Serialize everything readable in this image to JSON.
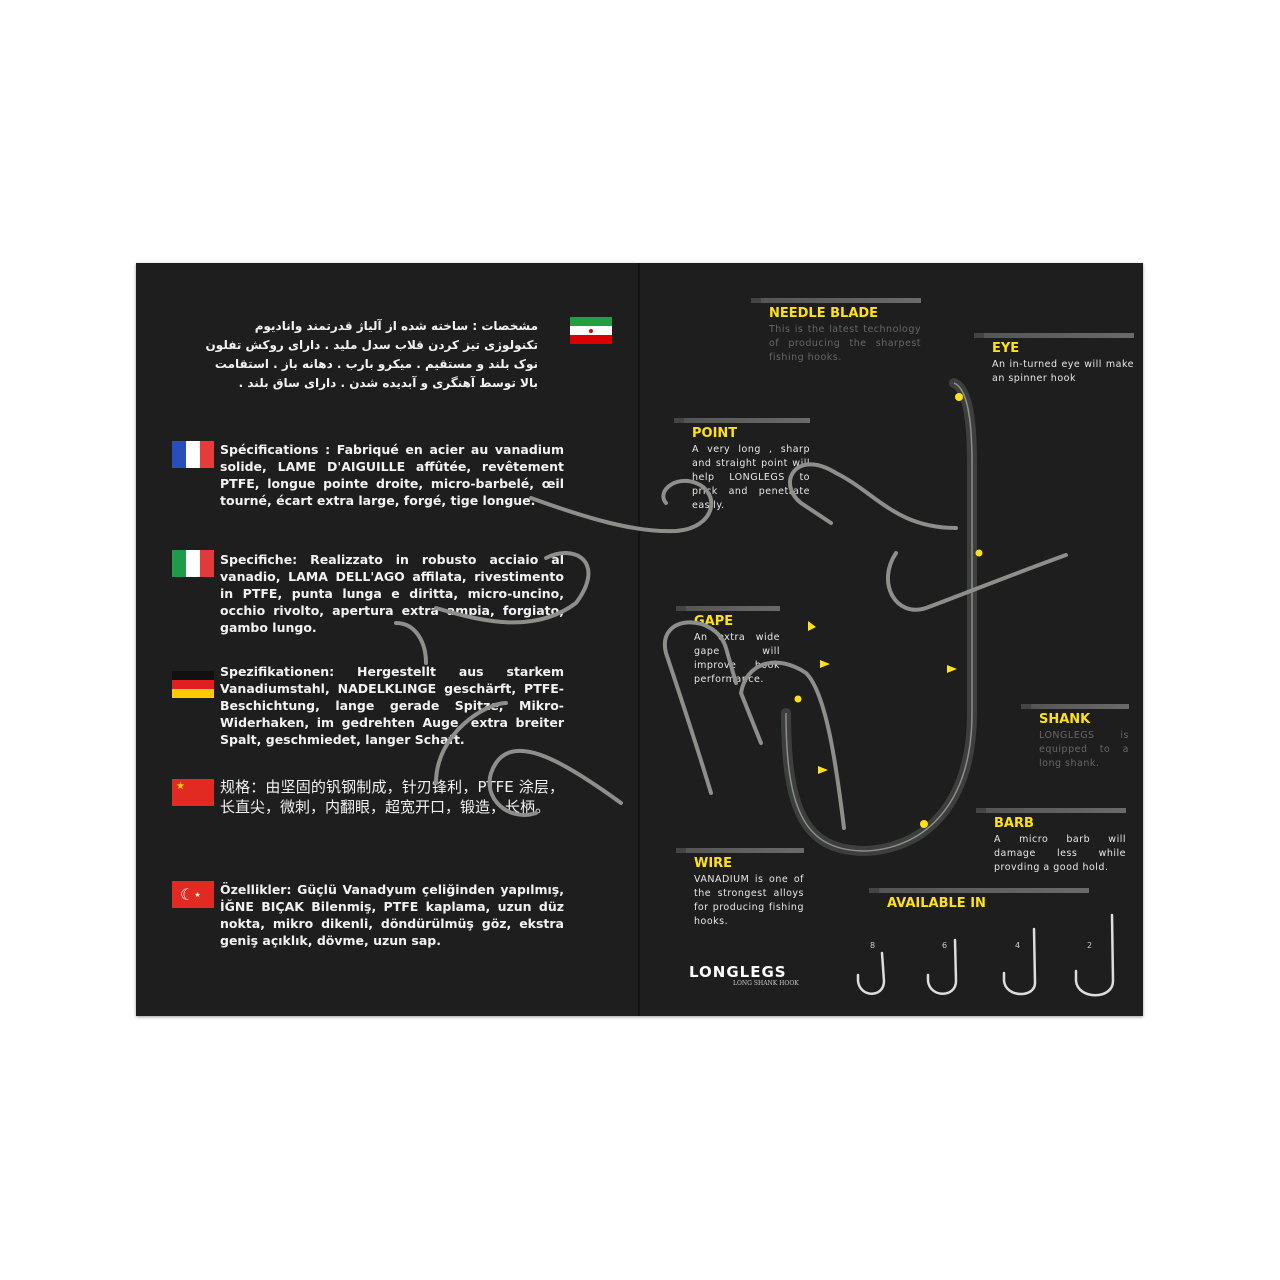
{
  "left_panel": {
    "specs": [
      {
        "lang": "fa",
        "flag": "iran-flag",
        "text": "مشخصات : ساخته شده از آلیاژ قدرتمند وانادیوم تکنولوژی تیز کردن قلاب سدل ملید . دارای روکش تفلون نوک بلند و مستقیم . میکرو بارب . دهانه باز . استقامت بالا توسط آهنگری و آبدیده شدن . دارای ساق بلند ."
      },
      {
        "lang": "fr",
        "flag": "france-flag",
        "text": "Spécifications : Fabriqué en acier au vanadium solide, LAME D'AIGUILLE affûtée, revêtement PTFE, longue pointe droite, micro-barbelé, œil tourné, écart extra large, forgé, tige longue."
      },
      {
        "lang": "it",
        "flag": "italy-flag",
        "text": "Specifiche: Realizzato in robusto acciaio al vanadio, LAMA DELL'AGO affilata, rivestimento in PTFE, punta lunga e diritta, micro-uncino, occhio rivolto, apertura extra ampia, forgiato, gambo lungo."
      },
      {
        "lang": "de",
        "flag": "germany-flag",
        "text": "Spezifikationen: Hergestellt aus starkem Vanadiumstahl, NADELKLINGE geschärft, PTFE-Beschichtung, lange gerade Spitze, Mikro-Widerhaken, im gedrehten Auge, extra breiter Spalt, geschmiedet, langer Schaft."
      },
      {
        "lang": "zh",
        "flag": "china-flag",
        "text": "规格：由坚固的钒钢制成，针刃锋利，PTFE 涂层，长直尖，微刺，内翻眼，超宽开口，锻造，长柄。"
      },
      {
        "lang": "tr",
        "flag": "turkey-flag",
        "text": "Özellikler: Güçlü Vanadyum çeliğinden yapılmış, İĞNE BIÇAK Bilenmiş, PTFE kaplama, uzun düz nokta, mikro dikenli, döndürülmüş göz, ekstra geniş açıklık, dövme, uzun sap."
      }
    ]
  },
  "right_panel": {
    "features": [
      {
        "title": "NEEDLE BLADE",
        "text": "This is the latest technology of producing the sharpest fishing hooks."
      },
      {
        "title": "EYE",
        "text": "An in-turned eye will make an spinner hook"
      },
      {
        "title": "POINT",
        "text": "A very long , sharp and straight point will help LONGLEGS to prick and penetrate easily."
      },
      {
        "title": "GAPE",
        "text": "An extra wide gape will improve hook performance."
      },
      {
        "title": "SHANK",
        "text": "LONGLEGS is equipped to a long shank."
      },
      {
        "title": "BARB",
        "text": "A micro barb will damage less while provding a good hold."
      },
      {
        "title": "WIRE",
        "text": "VANADIUM is one of the strongest alloys for producing fishing hooks."
      }
    ],
    "available": {
      "title": "AVAILABLE IN",
      "sizes": [
        "8",
        "6",
        "4",
        "2"
      ]
    },
    "brand": {
      "name": "LONGLEGS",
      "tagline": "LONG SHANK HOOK"
    }
  },
  "colors": {
    "card": "#1e1e1f",
    "accent": "#ffe11a",
    "text": "#f2f2f2"
  }
}
